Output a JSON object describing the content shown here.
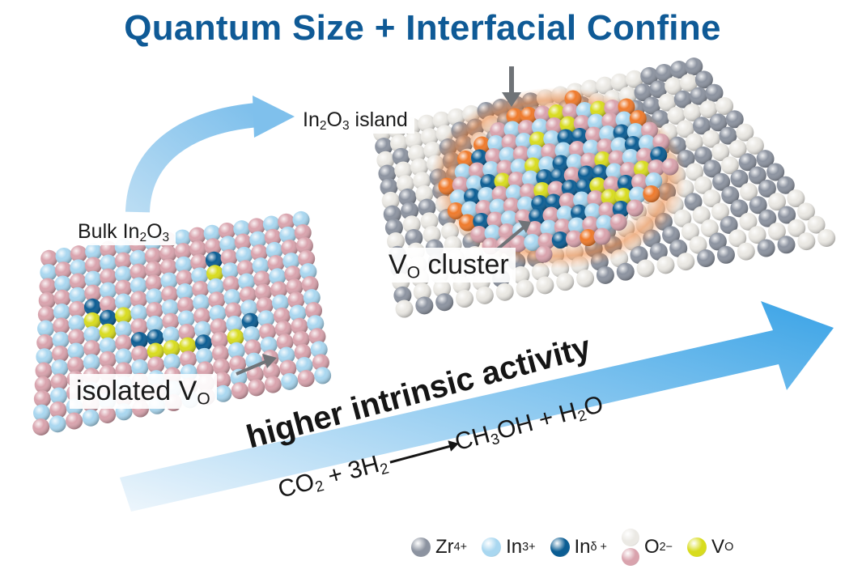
{
  "title": "Quantum Size + Interfacial Confine",
  "labels": {
    "island": {
      "main": "In",
      "sub1": "2",
      "mid": "O",
      "sub2": "3",
      "tail": " island"
    },
    "bulk": {
      "main": "Bulk In",
      "sub1": "2",
      "mid": "O",
      "sub2": "3"
    },
    "cluster": {
      "main": "V",
      "sub": "O",
      "tail": " cluster"
    },
    "isolated": {
      "main": "isolated V",
      "sub": "O"
    },
    "activity": "higher intrinsic activity"
  },
  "reaction": {
    "left_a": "CO",
    "left_a_sub": "2",
    "left_b": " + 3H",
    "left_b_sub": "2",
    "right_a": "CH",
    "right_a_sub": "3",
    "right_b": "OH + H",
    "right_b_sub": "2",
    "right_c": "O"
  },
  "legend": [
    {
      "name": "Zr",
      "sup": "4+",
      "colors": [
        "#8c93a0"
      ]
    },
    {
      "name": "In",
      "sup": "3+",
      "colors": [
        "#a9d7f0"
      ]
    },
    {
      "name": "In",
      "sup": "δ +",
      "colors": [
        "#0b5d93"
      ]
    },
    {
      "name": "O",
      "sup": "2−",
      "colors": [
        "#ebe9e4",
        "#d9a3ad"
      ]
    },
    {
      "name": "V",
      "sub": "O",
      "colors": [
        "#d8dc1e"
      ]
    }
  ],
  "colors": {
    "title": "#0f5a96",
    "zr": "#8c93a0",
    "in3": "#a9d7f0",
    "in_delta": "#0b5d93",
    "o_white": "#ebe9e4",
    "o_pink": "#d9a3ad",
    "vo": "#d8dc1e",
    "interface_glow": "#ef7a2b",
    "arrow_light": "#dcecf8",
    "arrow_dark": "#3aa3e6"
  }
}
